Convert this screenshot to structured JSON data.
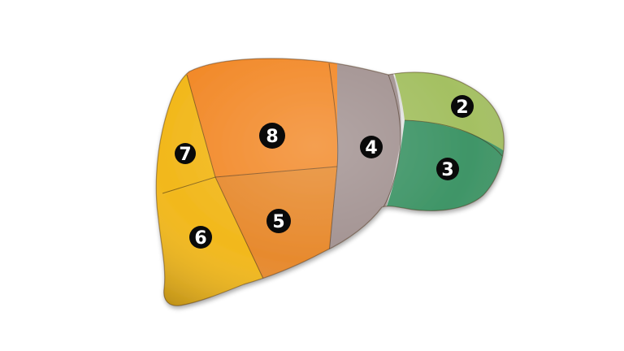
{
  "segments": [
    {
      "id": "2",
      "label": "2",
      "color": "#a4c062"
    },
    {
      "id": "3",
      "label": "3",
      "color": "#3f9567"
    },
    {
      "id": "4",
      "label": "4",
      "color": "#a39392"
    },
    {
      "id": "5",
      "label": "5",
      "color": "#e78a2e"
    },
    {
      "id": "6",
      "label": "6",
      "color": "#f2b81c"
    },
    {
      "id": "7",
      "label": "7",
      "color": "#f2b81c"
    },
    {
      "id": "8",
      "label": "8",
      "color": "#f28a2a"
    }
  ]
}
